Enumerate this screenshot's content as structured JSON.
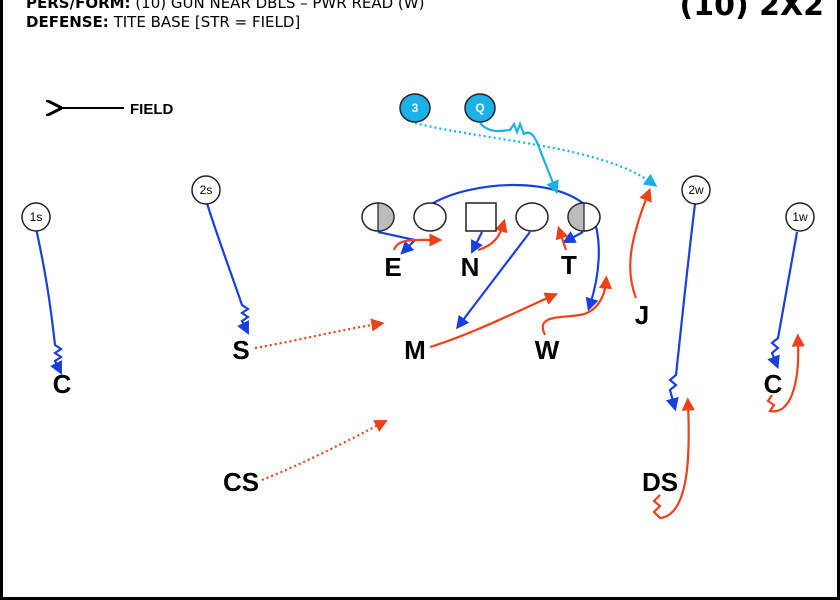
{
  "header": {
    "pers_form_label": "PERS/FORM:",
    "pers_form_value": "(10) GUN NEAR DBLS – PWR READ (W)",
    "defense_label": "DEFENSE:",
    "defense_value": "TITE BASE [STR = FIELD]",
    "title": "(10) 2X2"
  },
  "field_direction": {
    "label": "FIELD",
    "icon": "arrow-left-icon"
  },
  "offense": {
    "receivers": [
      "1s",
      "2s",
      "2w",
      "1w"
    ],
    "backs": [
      "3",
      "Q"
    ],
    "backs_color": "#1cb0e8"
  },
  "defense": {
    "players": [
      "E",
      "N",
      "T",
      "J",
      "S",
      "M",
      "W",
      "C",
      "C",
      "CS",
      "DS"
    ]
  },
  "colors": {
    "offense_route": "#1a3fe0",
    "defense_route": "#f0401a",
    "backfield": "#1cb0e8"
  }
}
